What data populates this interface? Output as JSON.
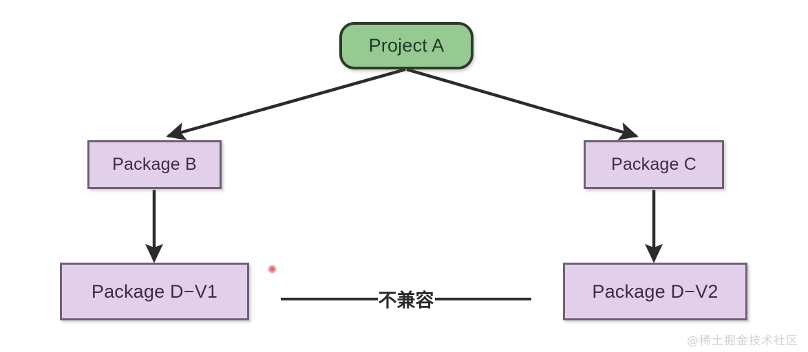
{
  "diagram": {
    "type": "dependency-graph",
    "background_color": "#ffffff",
    "nodes": [
      {
        "id": "project-a",
        "label": "Project A",
        "shape": "rounded-rect",
        "fill": "#97ca92",
        "stroke": "#2e3a2b",
        "text_color": "#1f3a27"
      },
      {
        "id": "package-b",
        "label": "Package B",
        "shape": "rect",
        "fill": "#e2cfea",
        "stroke": "#6f5f74",
        "text_color": "#3f2b45"
      },
      {
        "id": "package-c",
        "label": "Package C",
        "shape": "rect",
        "fill": "#e2cfea",
        "stroke": "#6f5f74",
        "text_color": "#3f2b45"
      },
      {
        "id": "package-d-v1",
        "label": "Package D−V1",
        "shape": "rect",
        "fill": "#e2cfea",
        "stroke": "#6f5f74",
        "text_color": "#3f2b45"
      },
      {
        "id": "package-d-v2",
        "label": "Package D−V2",
        "shape": "rect",
        "fill": "#e2cfea",
        "stroke": "#6f5f74",
        "text_color": "#3f2b45"
      }
    ],
    "edges": [
      {
        "id": "edge-a-to-b",
        "from": "project-a",
        "to": "package-b",
        "arrow": true,
        "color": "#2b2b2b"
      },
      {
        "id": "edge-a-to-c",
        "from": "project-a",
        "to": "package-c",
        "arrow": true,
        "color": "#2b2b2b"
      },
      {
        "id": "edge-b-to-dv1",
        "from": "package-b",
        "to": "package-d-v1",
        "arrow": true,
        "color": "#2b2b2b"
      },
      {
        "id": "edge-c-to-dv2",
        "from": "package-c",
        "to": "package-d-v2",
        "arrow": true,
        "color": "#2b2b2b"
      }
    ],
    "relation": {
      "id": "incompatible-relation",
      "label": "不兼容",
      "between": [
        "package-d-v1",
        "package-d-v2"
      ],
      "color": "#2b2b2b"
    }
  },
  "overlay": {
    "cursor_dot_color": "#d63c4e",
    "watermark": "@稀土掘金技术社区"
  }
}
